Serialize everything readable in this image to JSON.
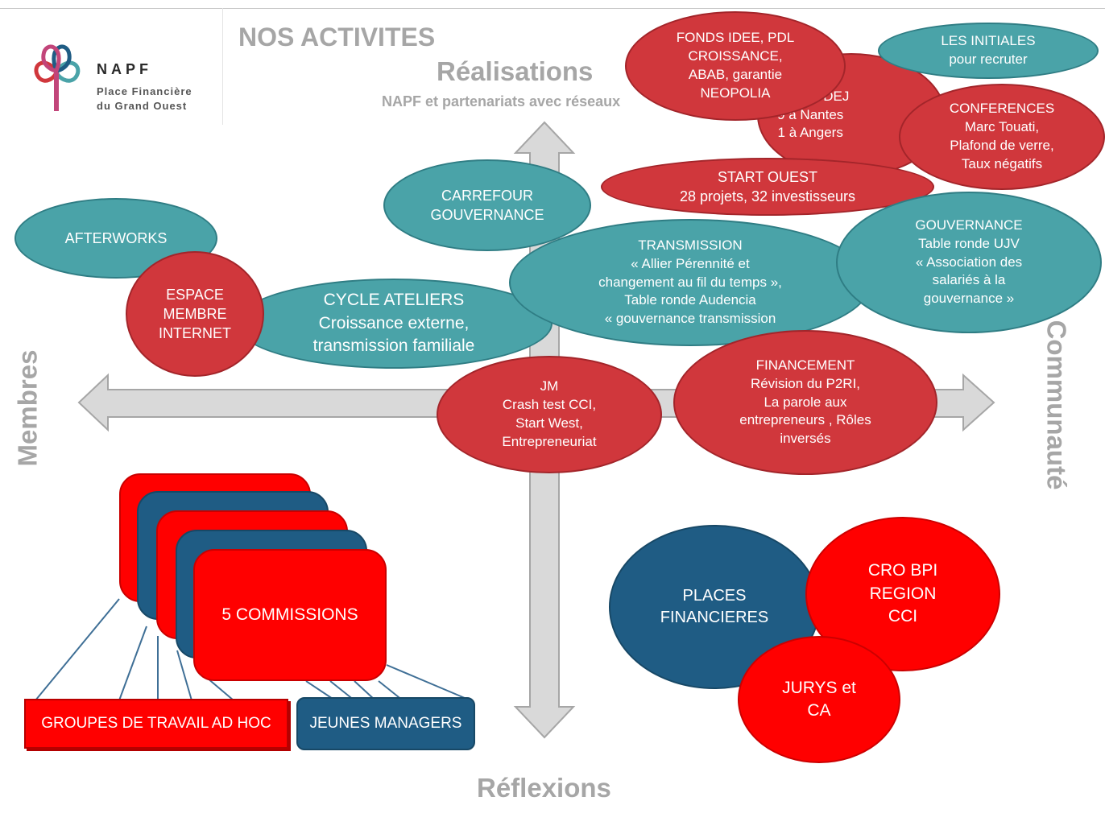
{
  "logo": {
    "brand": "NAPF",
    "line1": "Place Financière",
    "line2": "du Grand Ouest"
  },
  "header": {
    "title": "NOS ACTIVITES"
  },
  "axes": {
    "top": "Réalisations",
    "top_sub": "NAPF et partenariats avec réseaux",
    "bottom": "Réflexions",
    "left": "Membres",
    "right": "Communauté"
  },
  "bubbles": {
    "fonds": "FONDS IDEE, PDL\nCROISSANCE,\nABAB, garantie\nNEOPOLIA",
    "initiales": "LES INITIALES\npour recruter",
    "petits_dej": "PETITS DEJ\n9 à Nantes\n1 à Angers",
    "conferences": "CONFERENCES\nMarc Touati,\nPlafond de verre,\nTaux négatifs",
    "start_ouest": "START OUEST\n28 projets, 32 investisseurs",
    "carrefour": "CARREFOUR\nGOUVERNANCE",
    "afterworks": "AFTERWORKS",
    "espace": "ESPACE\nMEMBRE\nINTERNET",
    "cycle": "CYCLE ATELIERS\nCroissance externe,\ntransmission familiale",
    "transmission": "TRANSMISSION\n« Allier Pérennité et\nchangement au fil du temps »,\nTable ronde Audencia\n« gouvernance transmission",
    "gouvernance": "GOUVERNANCE\nTable ronde UJV\n« Association des\nsalariés à la\ngouvernance »",
    "jm": "JM\nCrash test CCI,\nStart West,\nEntrepreneuriat",
    "financement": "FINANCEMENT\nRévision du P2RI,\nLa parole aux\nentrepreneurs , Rôles\ninversés",
    "places": "PLACES\nFINANCIERES",
    "cro": "CRO BPI\nREGION\nCCI",
    "jurys": "JURYS et\nCA"
  },
  "commissions": {
    "label": "5 COMMISSIONS",
    "groupes": "GROUPES DE TRAVAIL AD HOC",
    "jeunes": "JEUNES MANAGERS"
  },
  "colors": {
    "teal": "#4aa3a8",
    "red": "#d0373c",
    "bright_red": "#ff0000",
    "navy": "#1f5c84",
    "axis_gray": "#a6a6a6"
  }
}
